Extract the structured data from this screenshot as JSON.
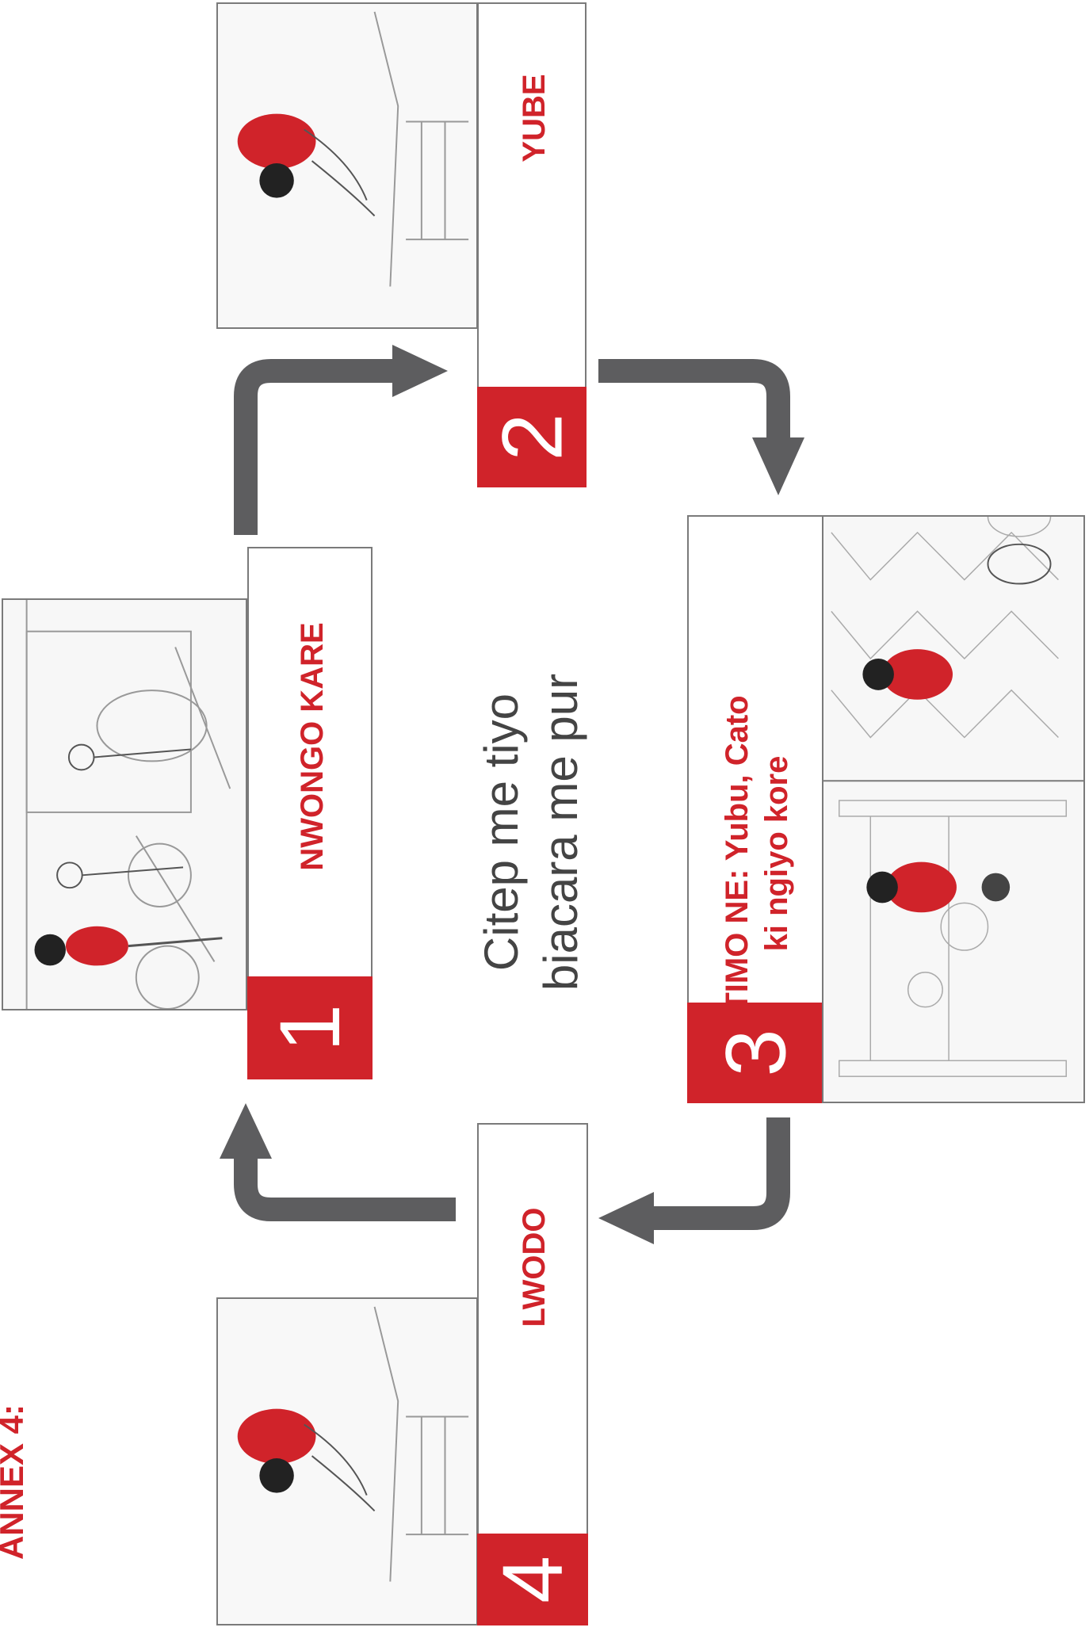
{
  "annex_title": "ANNEX 4:",
  "center_caption": "Citep me tiyo biacara me pur",
  "colors": {
    "accent_red": "#d0232a",
    "arrow_gray": "#5d5d5f",
    "border_gray": "#7a7a7a",
    "text_gray": "#444444"
  },
  "steps": [
    {
      "number": "1",
      "label": "NWONGO KARE",
      "illustration": "market-street-illustration"
    },
    {
      "number": "2",
      "label": "YUBE",
      "illustration": "person-writing-at-desk-illustration"
    },
    {
      "number": "3",
      "label": "TIMO NE: Yubu, Cato ki ngiyo kore",
      "illustration": "market-stall-and-farm-illustration"
    },
    {
      "number": "4",
      "label": "LWODO",
      "illustration": "person-writing-at-desk-illustration"
    }
  ]
}
